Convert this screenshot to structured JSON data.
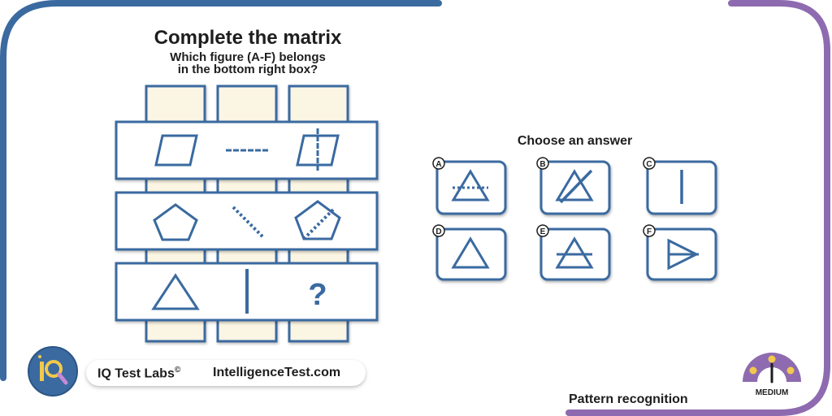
{
  "puzzle": {
    "title": "Complete the matrix",
    "subtitle": "Which figure (A-F) belongs\nin the bottom right box?",
    "question_mark": "?",
    "colors": {
      "stroke": "#3a6aa0",
      "column_fill": "#fbf5e3",
      "frame_left": "#3a6aa0",
      "frame_right": "#8e6bb0"
    },
    "rows": [
      {
        "cells": [
          "parallelogram-icon",
          "dashed-horizontal-line-icon",
          "parallelogram-with-dashed-vertical-line-icon"
        ]
      },
      {
        "cells": [
          "pentagon-icon",
          "dotted-diagonal-line-icon",
          "pentagon-with-dotted-diagonal-icon"
        ]
      },
      {
        "cells": [
          "triangle-icon",
          "vertical-line-icon",
          "question-mark"
        ]
      }
    ]
  },
  "answers": {
    "prompt": "Choose an answer",
    "options": [
      {
        "letter": "A",
        "icon": "triangle-with-dotted-horizontal-line-icon"
      },
      {
        "letter": "B",
        "icon": "triangle-with-diagonal-line-icon"
      },
      {
        "letter": "C",
        "icon": "vertical-line-icon"
      },
      {
        "letter": "D",
        "icon": "triangle-icon"
      },
      {
        "letter": "E",
        "icon": "triangle-with-horizontal-line-icon"
      },
      {
        "letter": "F",
        "icon": "sideways-triangle-with-vertical-line-icon"
      }
    ]
  },
  "brand": {
    "name": "IQ Test Labs",
    "symbol": "©",
    "site": "IntelligenceTest.com",
    "logo_icon": "iq-magnifier-logo-icon"
  },
  "footer": {
    "category": "Pattern recognition",
    "difficulty": "MEDIUM",
    "difficulty_level": 0.5
  }
}
